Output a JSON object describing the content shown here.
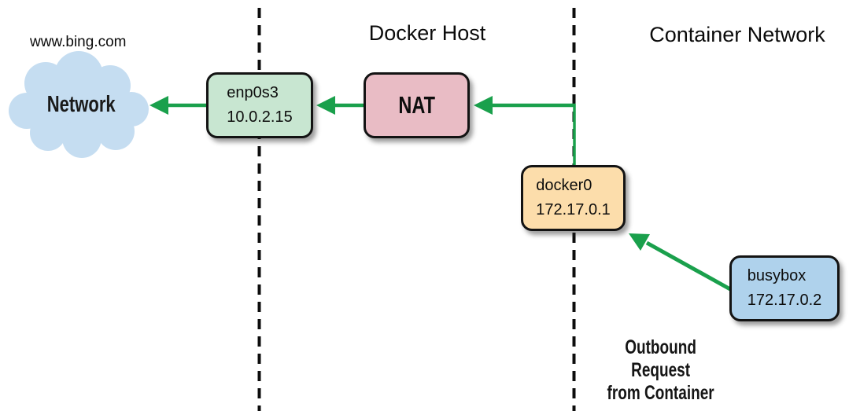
{
  "headings": {
    "docker_host": "Docker Host",
    "container_network": "Container Network"
  },
  "labels": {
    "url": "www.bing.com",
    "cloud": "Network",
    "outbound_note": "Outbound\nRequest\nfrom Container"
  },
  "nodes": {
    "enp0s3": {
      "name": "enp0s3",
      "ip": "10.0.2.15"
    },
    "nat": {
      "name": "NAT"
    },
    "docker0": {
      "name": "docker0",
      "ip": "172.17.0.1"
    },
    "busybox": {
      "name": "busybox",
      "ip": "172.17.0.2"
    }
  },
  "colors": {
    "arrow_green": "#1aa04c",
    "boundary_dash": "#0d0d0d",
    "cloud_fill": "#c5ddf1",
    "enp0s3_fill": "#c8e6d1",
    "nat_fill": "#e9bcc5",
    "docker0_fill": "#fcddab",
    "busybox_fill": "#afd2ec"
  }
}
